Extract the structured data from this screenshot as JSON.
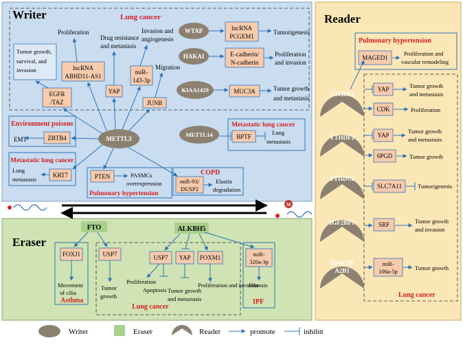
{
  "colors": {
    "writer_bg": "#c9dcf0",
    "eraser_bg": "#cfe3b4",
    "reader_bg": "#fbe6b6",
    "box_fill": "#f8cbad",
    "arrow": "#2e74b5",
    "red": "#d42020",
    "oval": "#8c8171",
    "eraser_tag": "#a9d08e"
  },
  "writer": {
    "title": "Writer",
    "lung_cancer": "Lung cancer",
    "methyl_enzymes": {
      "mettl3": "METTL3",
      "mettl14": "METTL14",
      "wtap": "WTAP",
      "hakai": "HAKAI",
      "kiaa1429": "KIAA1429"
    },
    "targets": {
      "egfr_1": "EGFR",
      "egfr_2": "/TAZ",
      "abhd_1": "lncRNA",
      "abhd_2": "ABHD11-AS1",
      "yap": "YAP",
      "mir143_1": "miR-",
      "mir143_2": "143-3p",
      "junb": "JUNB",
      "pcgem_1": "lncRNA",
      "pcgem_2": "PCGEM1",
      "ecad_1": "E-cadherin/",
      "ecad_2": "N-cadherin",
      "muc3a": "MUC3A",
      "zbtb4": "ZBTB4",
      "krt7": "KRT7",
      "pten": "PTEN",
      "mir93_1": "miR-93/",
      "mir93_2": "DUSP2",
      "bptf": "BPTF"
    },
    "outcomes": {
      "proliferation": "Proliferation",
      "drug_1": "Drug resistance",
      "drug_2": "and metastasis",
      "invasion_1": "Invasion and",
      "invasion_2": "angiogenesis",
      "migration": "Migration",
      "tumor_1": "Tumor growth,",
      "tumor_2": "survival, and",
      "tumor_3": "invasion",
      "tumorigenesis": "Tumorigenesis",
      "prolif_inv_1": "Proliferation",
      "prolif_inv_2": "and invasion",
      "tgm_1": "Tumor growth",
      "tgm_2": "and metastasis",
      "emt": "EMT",
      "lung_met_1": "Lung",
      "lung_met_2": "metastasis",
      "lung_met_b1": "Lung",
      "lung_met_b2": "metastasis",
      "pasmc_1": "PASMCs",
      "pasmc_2": "overexpression",
      "elastin_1": "Elastin",
      "elastin_2": "degradation"
    },
    "diseases": {
      "env": "Environment poisons",
      "met_lung_1": "Metastatic lung cancer",
      "met_lung_2": "Metastatic lung cancer",
      "ph": "Pulmonary hypertension",
      "copd": "COPD"
    }
  },
  "reader": {
    "title": "Reader",
    "ph": "Pulmonary hypertension",
    "maged1": "MAGED1",
    "maged1_out_1": "Proliferation and",
    "maged1_out_2": "vascular remodeling",
    "ythdf1": "YTHDF1",
    "ythdf2": "YTHDF2",
    "ythdc2": "YTHDC2",
    "igf2bp1": "IGF2BP1",
    "hnrnp_1": "HNRNP",
    "hnrnp_2": "A2B1",
    "yap_1": "YAP",
    "yap1_out_1": "Tumor growth",
    "yap1_out_2": "and metastasis",
    "cdk": "CDK",
    "cdk_out": "Proliferation",
    "yap_2": "YAP",
    "yap2_out_1": "Tumor growth",
    "yap2_out_2": "and metastasis",
    "pgd": "6PGD",
    "pgd_out": "Tumor growth",
    "slc": "SLC7A11",
    "slc_out": "Tumorigenesis",
    "srf": "SRF",
    "srf_out_1": "Tumor growth",
    "srf_out_2": "and invasion",
    "mir106_1": "miR-",
    "mir106_2": "106a-5p",
    "mir106_out": "Tumor growth",
    "lung_cancer": "Lung cancer"
  },
  "eraser": {
    "title": "Eraser",
    "fto": "FTO",
    "alkbh5": "ALKBH5",
    "foxj1": "FOXJ1",
    "foxj1_out_1": "Movement",
    "foxj1_out_2": "of cilia",
    "asthma": "Asthma",
    "usp7_a": "USP7",
    "usp7_a_out_1": "Tumor",
    "usp7_a_out_2": "growth",
    "usp7_b": "USP7",
    "yap": "YAP",
    "foxm1": "FOXM1",
    "prolif": "Proliferation",
    "apoptosis": "Apoptosis",
    "tgm_1": "Tumor growth",
    "tgm_2": "and metastasis",
    "prolif_inv": "Proliferation and invasion",
    "lung_cancer": "Lung cancer",
    "mir320_1": "miR-",
    "mir320_2": "320a-3p",
    "fibrosis": "Fibrosis",
    "ipf": "IPF"
  },
  "m6a": "M",
  "legend": {
    "writer": "Writer",
    "eraser": "Eraser",
    "reader": "Reader",
    "promote": "promote",
    "inhibit": "inhibit"
  }
}
